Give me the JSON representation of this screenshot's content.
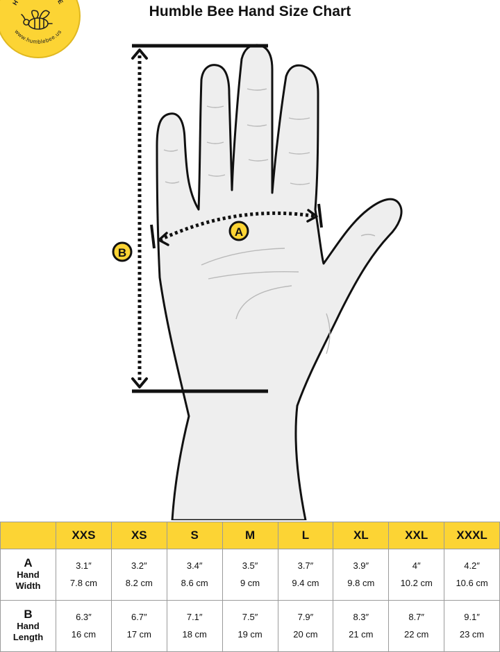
{
  "title": "Humble Bee Hand Size Chart",
  "logo": {
    "arc_top": "HUMBLE BEE",
    "arc_bottom": "www.humblebee.us",
    "color": "#fcd434"
  },
  "markers": {
    "a": "A",
    "b": "B"
  },
  "colors": {
    "accent": "#fcd434",
    "ink": "#111111",
    "hand_fill": "#eeeeee"
  },
  "table": {
    "sizes": [
      "XXS",
      "XS",
      "S",
      "M",
      "L",
      "XL",
      "XXL",
      "XXXL"
    ],
    "rows": [
      {
        "letter": "A",
        "line1": "Hand",
        "line2": "Width",
        "inches": [
          "3.1″",
          "3.2″",
          "3.4″",
          "3.5″",
          "3.7″",
          "3.9″",
          "4″",
          "4.2″"
        ],
        "cm": [
          "7.8 cm",
          "8.2 cm",
          "8.6 cm",
          "9 cm",
          "9.4 cm",
          "9.8 cm",
          "10.2 cm",
          "10.6 cm"
        ]
      },
      {
        "letter": "B",
        "line1": "Hand",
        "line2": "Length",
        "inches": [
          "6.3″",
          "6.7″",
          "7.1″",
          "7.5″",
          "7.9″",
          "8.3″",
          "8.7″",
          "9.1″"
        ],
        "cm": [
          "16 cm",
          "17 cm",
          "18 cm",
          "19 cm",
          "20 cm",
          "21 cm",
          "22 cm",
          "23 cm"
        ]
      }
    ]
  }
}
